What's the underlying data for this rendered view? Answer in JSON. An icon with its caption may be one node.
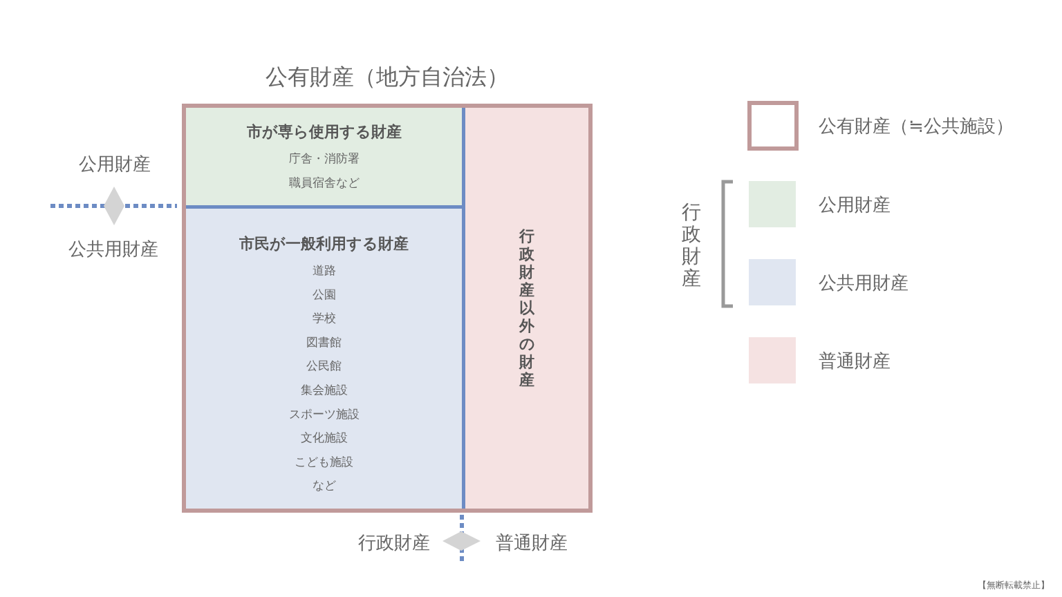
{
  "diagram": {
    "nodes": [
      {
        "text": [
          "公有財産（地方自治法）"
        ]
      },
      {
        "text": [
          "市が専ら使用する財産",
          "庁舎・消防署",
          "職員宿舎など"
        ],
        "in": 0
      },
      {
        "text": [
          "市民が一般利用する財産",
          "道路",
          "公園",
          "学校",
          "図書館",
          "公民館",
          "集会施設",
          "スポーツ施設",
          "文化施設",
          "こども施設",
          "など"
        ],
        "in": 0
      },
      {
        "text": [
          "行政財産以外の財産"
        ],
        "in": 0
      }
    ],
    "labels": [
      "公用財産",
      "公共用財産",
      "行政財産",
      "普通財産",
      "行政財産",
      "【無断転載禁止】"
    ],
    "legend": [
      {
        "text": "公有財産（≒公共施設）"
      },
      {
        "text": "公用財産",
        "color": "#e2ede2"
      },
      {
        "text": "公共用財産",
        "color": "#e0e6f1"
      },
      {
        "text": "普通財産",
        "color": "#f5e2e2"
      }
    ]
  }
}
